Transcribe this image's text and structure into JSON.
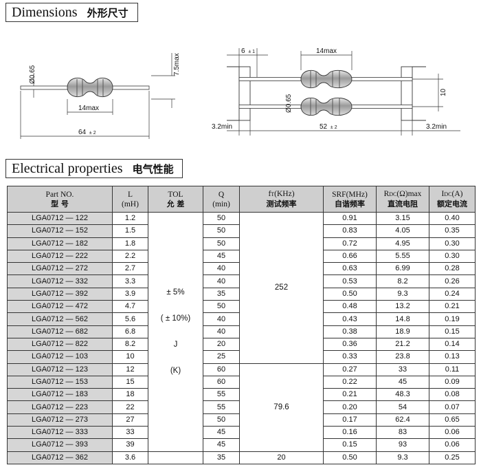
{
  "dimensions": {
    "title_en": "Dimensions",
    "title_cn": "外形尺寸",
    "single": {
      "diameter": "Ø0.65",
      "body_max": "14max",
      "total_length": "64",
      "total_tol": "± 2",
      "height_max": "7.5max"
    },
    "taped": {
      "spacing": "6",
      "spacing_tol": "± 1",
      "body_max": "14max",
      "diameter": "Ø0.65",
      "pitch": "10",
      "inner_width": "52",
      "inner_tol": "± 2",
      "left_min": "3.2min",
      "right_min": "3.2min"
    }
  },
  "electrical": {
    "title_en": "Electrical properties",
    "title_cn": "电气性能",
    "headers": {
      "part_en": "Part    NO.",
      "part_cn": "型    号",
      "l_en": "L",
      "l_unit": "(mH)",
      "tol_en": "TOL",
      "tol_cn": "允 差",
      "q_en": "Q",
      "q_unit": "(min)",
      "ft_pre": "f",
      "ft_sub": "T",
      "ft_post": "(KHz)",
      "ft_cn": "测试频率",
      "srf_en": "SRF(MHz)",
      "srf_cn": "自谐频率",
      "rdc_pre": "R",
      "rdc_sub": "DC",
      "rdc_post": "(Ω)max",
      "rdc_cn": "直流电阻",
      "idc_pre": "I",
      "idc_sub": "DC",
      "idc_post": "(A)",
      "idc_cn": "额定电流"
    },
    "tolerance": {
      "line1": "± 5%",
      "line2": "( ± 10%)",
      "line3": "J",
      "line4": "(K)"
    },
    "ft_groups": [
      "252",
      "79.6",
      "20"
    ],
    "rows": [
      {
        "part": "LGA0712 — 122",
        "l": "1.2",
        "q": "50",
        "srf": "0.91",
        "rdc": "3.15",
        "idc": "0.40"
      },
      {
        "part": "LGA0712 — 152",
        "l": "1.5",
        "q": "50",
        "srf": "0.83",
        "rdc": "4.05",
        "idc": "0.35"
      },
      {
        "part": "LGA0712 — 182",
        "l": "1.8",
        "q": "50",
        "srf": "0.72",
        "rdc": "4.95",
        "idc": "0.30"
      },
      {
        "part": "LGA0712 — 222",
        "l": "2.2",
        "q": "45",
        "srf": "0.66",
        "rdc": "5.55",
        "idc": "0.30"
      },
      {
        "part": "LGA0712 — 272",
        "l": "2.7",
        "q": "40",
        "srf": "0.63",
        "rdc": "6.99",
        "idc": "0.28"
      },
      {
        "part": "LGA0712 — 332",
        "l": "3.3",
        "q": "40",
        "srf": "0.53",
        "rdc": "8.2",
        "idc": "0.26"
      },
      {
        "part": "LGA0712 — 392",
        "l": "3.9",
        "q": "35",
        "srf": "0.50",
        "rdc": "9.3",
        "idc": "0.24"
      },
      {
        "part": "LGA0712 — 472",
        "l": "4.7",
        "q": "50",
        "srf": "0.48",
        "rdc": "13.2",
        "idc": "0.21"
      },
      {
        "part": "LGA0712 — 562",
        "l": "5.6",
        "q": "40",
        "srf": "0.43",
        "rdc": "14.8",
        "idc": "0.19"
      },
      {
        "part": "LGA0712 — 682",
        "l": "6.8",
        "q": "40",
        "srf": "0.38",
        "rdc": "18.9",
        "idc": "0.15"
      },
      {
        "part": "LGA0712 — 822",
        "l": "8.2",
        "q": "20",
        "srf": "0.36",
        "rdc": "21.2",
        "idc": "0.14"
      },
      {
        "part": "LGA0712 — 103",
        "l": "10",
        "q": "25",
        "srf": "0.33",
        "rdc": "23.8",
        "idc": "0.13"
      },
      {
        "part": "LGA0712 — 123",
        "l": "12",
        "q": "60",
        "srf": "0.27",
        "rdc": "33",
        "idc": "0.11"
      },
      {
        "part": "LGA0712 — 153",
        "l": "15",
        "q": "60",
        "srf": "0.22",
        "rdc": "45",
        "idc": "0.09"
      },
      {
        "part": "LGA0712 — 183",
        "l": "18",
        "q": "55",
        "srf": "0.21",
        "rdc": "48.3",
        "idc": "0.08"
      },
      {
        "part": "LGA0712 — 223",
        "l": "22",
        "q": "55",
        "srf": "0.20",
        "rdc": "54",
        "idc": "0.07"
      },
      {
        "part": "LGA0712 — 273",
        "l": "27",
        "q": "50",
        "srf": "0.17",
        "rdc": "62.4",
        "idc": "0.65"
      },
      {
        "part": "LGA0712 — 333",
        "l": "33",
        "q": "45",
        "srf": "0.16",
        "rdc": "83",
        "idc": "0.06"
      },
      {
        "part": "LGA0712 — 393",
        "l": "39",
        "q": "45",
        "srf": "0.15",
        "rdc": "93",
        "idc": "0.06"
      },
      {
        "part": "LGA0712 — 362",
        "l": "3.6",
        "q": "35",
        "srf": "0.50",
        "rdc": "9.3",
        "idc": "0.25"
      }
    ]
  }
}
